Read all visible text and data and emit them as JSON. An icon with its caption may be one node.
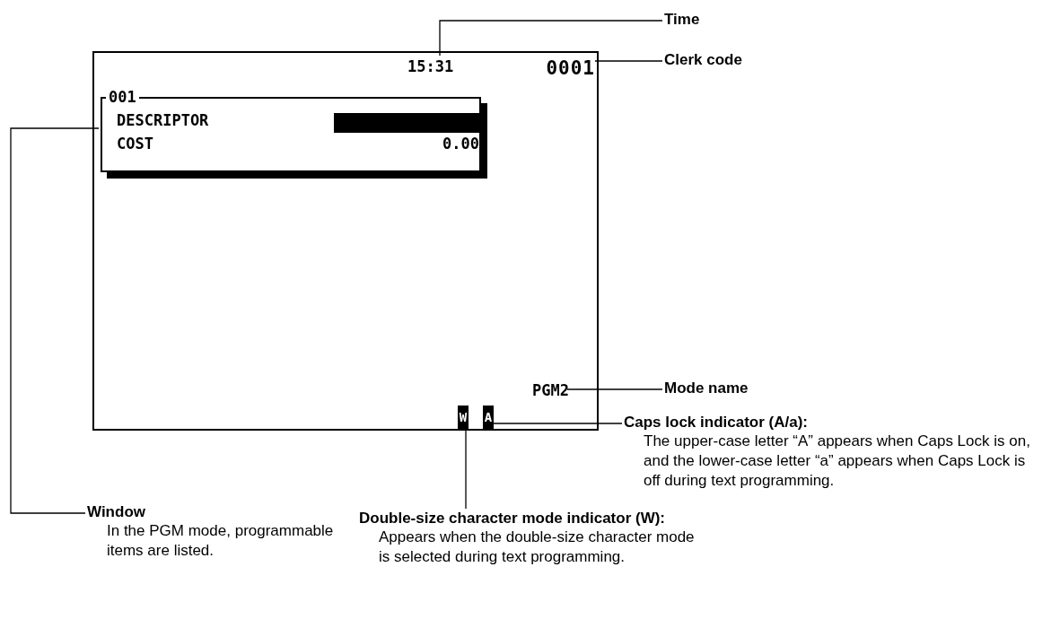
{
  "diagram": {
    "nodes": [
      {
        "text": [],
        "shape": "box"
      },
      {
        "text": [
          "15:31"
        ],
        "in": 0
      },
      {
        "text": [
          "0001"
        ],
        "in": 0
      },
      {
        "text": [
          "001",
          "DESCRIPTOR",
          "COST",
          "0.00"
        ],
        "in": 0
      },
      {
        "text": [
          "PGM2"
        ],
        "in": 0
      },
      {
        "text": [
          "W"
        ],
        "in": 0
      },
      {
        "text": [
          "A"
        ],
        "in": 0
      },
      {
        "text": [
          "Time"
        ]
      },
      {
        "text": [
          "Clerk code"
        ]
      },
      {
        "text": [
          "Mode name"
        ]
      },
      {
        "text": [
          "Caps lock indicator (A/a):",
          "The upper-case letter “A” appears when Caps Lock is on, and the lower-case letter “a” appears when Caps Lock is off during text programming."
        ]
      },
      {
        "text": [
          "Window",
          "In the PGM mode, programmable items are listed."
        ]
      },
      {
        "text": [
          "Double-size character mode indicator (W):",
          "Appears when the double-size character mode is selected during text programming."
        ]
      }
    ],
    "edges": [
      {
        "from": 7,
        "to": 1,
        "arrow": "none"
      },
      {
        "from": 8,
        "to": 2,
        "arrow": "none"
      },
      {
        "from": 9,
        "to": 4,
        "arrow": "none"
      },
      {
        "from": 10,
        "to": 6,
        "arrow": "none"
      },
      {
        "from": 11,
        "to": 3,
        "arrow": "none"
      },
      {
        "from": 12,
        "to": 5,
        "arrow": "none"
      }
    ]
  }
}
